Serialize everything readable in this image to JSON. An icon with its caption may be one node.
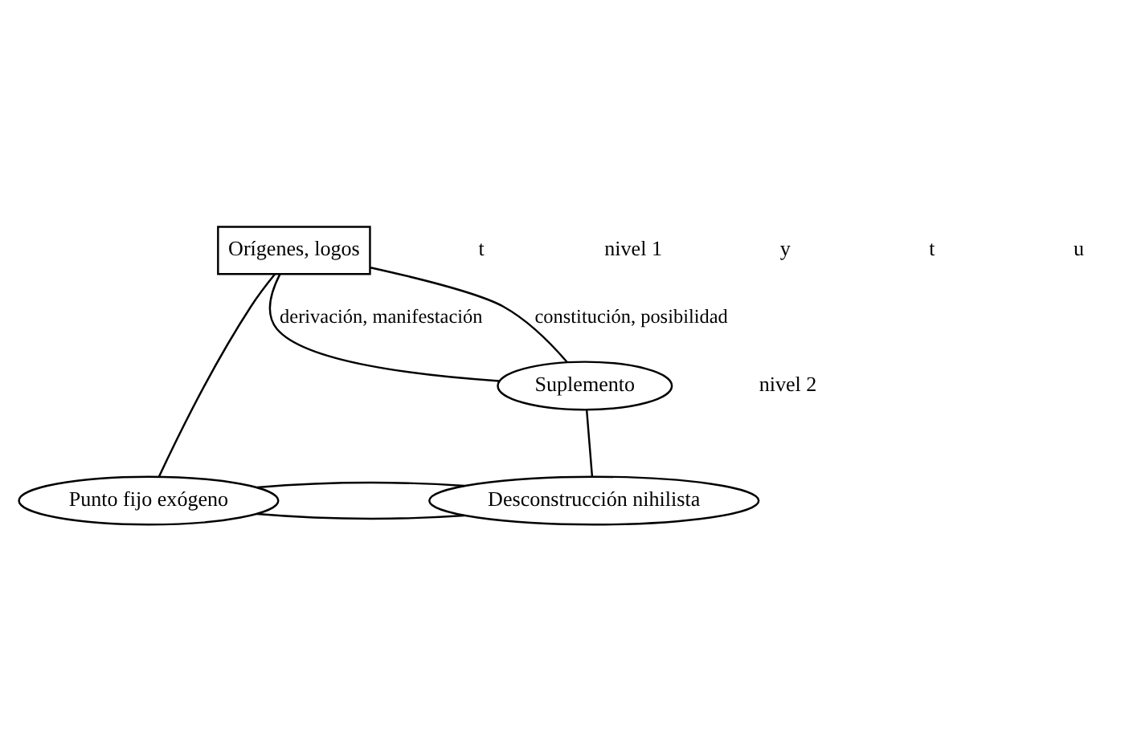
{
  "diagram": {
    "nodes": [
      {
        "text": [
          "Orígenes, logos"
        ]
      },
      {
        "text": [
          "Suplemento"
        ]
      },
      {
        "text": [
          "Punto fijo exógeno"
        ]
      },
      {
        "text": [
          "Desconstrucción nihilista"
        ]
      }
    ],
    "edges": [
      {
        "from": 0,
        "to": 1,
        "arrow": "none",
        "label": "constitución, posibilidad"
      },
      {
        "from": 0,
        "to": 1,
        "arrow": "none",
        "label": "derivación, manifestación"
      },
      {
        "from": 0,
        "to": 2,
        "arrow": "none"
      },
      {
        "from": 1,
        "to": 3,
        "arrow": "none"
      },
      {
        "from": 2,
        "to": 3,
        "arrow": "none"
      },
      {
        "from": 2,
        "to": 3,
        "arrow": "none"
      }
    ],
    "labels": [
      "t",
      "nivel 1",
      "y",
      "nivel 2",
      "t",
      "u"
    ]
  }
}
